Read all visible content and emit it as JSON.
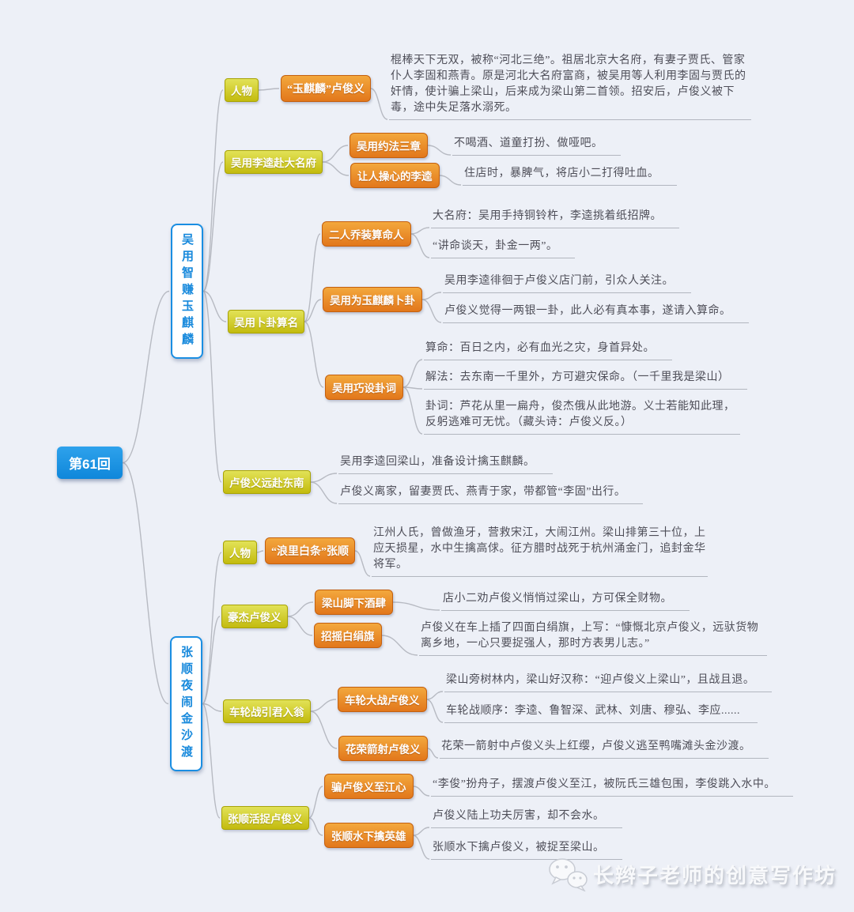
{
  "mindmap": {
    "root_label": "第61回",
    "branch1": {
      "label": "吴用智赚玉麒麟",
      "character": {
        "label": "人物",
        "hero": {
          "label": "“玉麒麟”卢俊义",
          "bio": "棍棒天下无双，被称“河北三绝”。祖居北京大名府，有妻子贾氏、管家仆人李固和燕青。原是河北大名府富商，被吴用等人利用李固与贾氏的奸情，使计骗上梁山，后来成为梁山第二首领。招安后，卢俊义被下毒，途中失足落水溺死。"
        }
      },
      "trip_daming": {
        "label": "吴用李逵赴大名府",
        "rules": {
          "label": "吴用约法三章",
          "note": "不喝酒、道童打扮、做哑吧。"
        },
        "likui": {
          "label": "让人操心的李逵",
          "note": "住店时，暴脾气，将店小二打得吐血。"
        }
      },
      "fortune": {
        "label": "吴用卜卦算名",
        "disguise": {
          "label": "二人乔装算命人",
          "notes": [
            "大名府：吴用手持铜铃杵，李逵挑着纸招牌。",
            "“讲命谈天，卦金一两”。"
          ]
        },
        "divine": {
          "label": "吴用为玉麒麟卜卦",
          "notes": [
            "吴用李逵徘徊于卢俊义店门前，引众人关注。",
            "卢俊义觉得一两银一卦，此人必有真本事，遂请入算命。"
          ]
        },
        "verse": {
          "label": "吴用巧设卦词",
          "notes": [
            "算命：百日之内，必有血光之灾，身首异处。",
            "解法：去东南一千里外，方可避灾保命。（一千里我是梁山）",
            "卦词：芦花从里一扁舟，俊杰俄从此地游。义士若能知此理，反躬逃难可无忧。（藏头诗：卢俊义反。）"
          ]
        }
      },
      "journey": {
        "label": "卢俊义远赴东南",
        "notes": [
          "吴用李逵回梁山，准备设计擒玉麒麟。",
          "卢俊义离家，留妻贾氏、燕青于家，带都管“李固”出行。"
        ]
      }
    },
    "branch2": {
      "label": "张顺夜闹金沙渡",
      "character": {
        "label": "人物",
        "hero": {
          "label": "“浪里白条”张顺",
          "bio": "江州人氏，曾做渔牙，营救宋江，大闹江州。梁山排第三十位，上应天损星，水中生擒高俅。征方腊时战死于杭州涌金门，追封金华将军。"
        }
      },
      "hero_lu": {
        "label": "豪杰卢俊义",
        "tavern": {
          "label": "梁山脚下酒肆",
          "note": "店小二劝卢俊义悄悄过梁山，方可保全财物。"
        },
        "flags": {
          "label": "招摇白绢旗",
          "note": "卢俊义在车上插了四面白绢旗，上写：“慷慨北京卢俊义，远驮货物离乡地，一心只要捉强人，那时方表男儿志。”"
        }
      },
      "wheel_war": {
        "label": "车轮战引君入翁",
        "battle": {
          "label": "车轮大战卢俊义",
          "notes": [
            "梁山旁树林内，梁山好汉称：“迎卢俊义上梁山”，且战且退。",
            "车轮战顺序：李逵、鲁智深、武林、刘唐、穆弘、李应......"
          ]
        },
        "arrow": {
          "label": "花荣箭射卢俊义",
          "note": "花荣一箭射中卢俊义头上红缨，卢俊义逃至鸭嘴滩头金沙渡。"
        }
      },
      "capture": {
        "label": "张顺活捉卢俊义",
        "lure": {
          "label": "骗卢俊义至江心",
          "note": "“李俊”扮舟子，摆渡卢俊义至江，被阮氏三雄包围，李俊跳入水中。"
        },
        "underwater": {
          "label": "张顺水下擒英雄",
          "notes": [
            "卢俊义陆上功夫厉害，却不会水。",
            "张顺水下擒卢俊义，被捉至梁山。"
          ]
        }
      }
    }
  },
  "watermark": {
    "text": "长辫子老师的创意写作坊",
    "icon": "wechat-chat-bubbles"
  },
  "colors": {
    "root_blue": "#1b96e4",
    "branch_outline_blue": "#1a8ee2",
    "topic_yellow": "#cdc41a",
    "subtopic_orange": "#e8821f",
    "background": "#edf0f7",
    "connector_gray": "#b7bac2",
    "note_text": "#4e4e58"
  }
}
